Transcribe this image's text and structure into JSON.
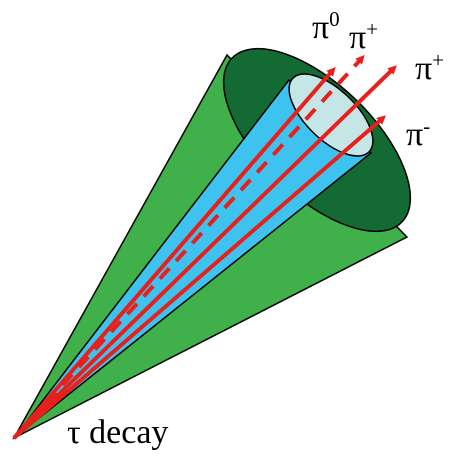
{
  "diagram": {
    "particles": [
      {
        "symbol": "π",
        "charge": "0",
        "line": "dashed"
      },
      {
        "symbol": "π",
        "charge": "+",
        "line": "solid"
      },
      {
        "symbol": "π",
        "charge": "+",
        "line": "solid"
      },
      {
        "symbol": "π",
        "charge": "-",
        "line": "solid"
      }
    ],
    "origin_label": "τ decay"
  },
  "colors": {
    "outer_cone": "#3fb04a",
    "outer_cone_mouth": "#136a33",
    "inner_cone": "#3ec3f0",
    "inner_cone_mouth": "#c4e6e6",
    "track": "#e8201c",
    "outline": "#000000"
  }
}
